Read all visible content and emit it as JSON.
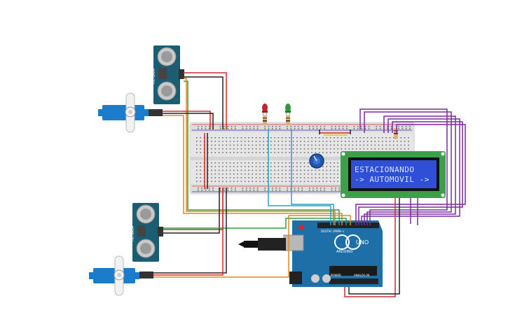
{
  "lcd": {
    "line1": "ESTACIONANDO",
    "line2": "-> AUTOMOVIL ->"
  },
  "arduino": {
    "brand": "ARDUINO",
    "model": "UNO",
    "label_power": "POWER",
    "label_analog": "ANALOG IN",
    "label_digital": "DIGITAL (PWM~)"
  },
  "sensor": {
    "label": "HC-SR04"
  },
  "colors": {
    "breadboard": "#e4e4e4",
    "arduino_board": "#1e6fa8",
    "lcd_pcb": "#3ca04a",
    "lcd_screen": "#2f4fd6",
    "sensor_pcb": "#1b5e73",
    "servo": "#1c7ccc",
    "wire_red": "#d22a2a",
    "wire_black": "#222222",
    "wire_green": "#2ea043",
    "wire_orange": "#e08a1e",
    "wire_purple": "#7a2c9e",
    "wire_teal": "#2aa3c2",
    "led_red": "#c0262b",
    "led_green": "#2d9b3a",
    "potentiometer": "#1f57b3"
  }
}
